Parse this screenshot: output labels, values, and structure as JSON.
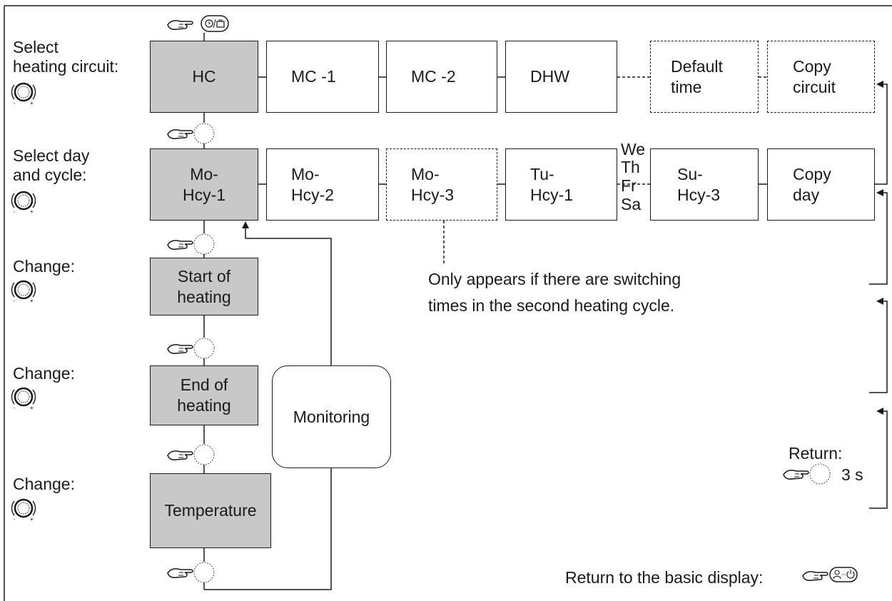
{
  "row_labels": {
    "select_circuit_1": "Select",
    "select_circuit_2": "heating circuit:",
    "select_day_1": "Select day",
    "select_day_2": "and cycle:",
    "change_1": "Change:",
    "change_2": "Change:",
    "change_3": "Change:"
  },
  "circuits": {
    "hc": "HC",
    "mc1": "MC -1",
    "mc2": "MC -2",
    "dhw": "DHW",
    "default_time_1": "Default",
    "default_time_2": "time",
    "copy_circuit_1": "Copy",
    "copy_circuit_2": "circuit"
  },
  "days": {
    "mo1_a": "Mo-",
    "mo1_b": "Hcy-1",
    "mo2_a": "Mo-",
    "mo2_b": "Hcy-2",
    "mo3_a": "Mo-",
    "mo3_b": "Hcy-3",
    "tu1_a": "Tu-",
    "tu1_b": "Hcy-1",
    "we": "We",
    "th": "Th",
    "fr": "Fr",
    "sa": "Sa",
    "su3_a": "Su-",
    "su3_b": "Hcy-3",
    "copy_day_1": "Copy",
    "copy_day_2": "day"
  },
  "steps": {
    "start_1": "Start of",
    "start_2": "heating",
    "end_1": "End of",
    "end_2": "heating",
    "temperature": "Temperature"
  },
  "monitoring": "Monitoring",
  "note_1": "Only appears if there are switching",
  "note_2": "times in the second heating cycle.",
  "return_label": "Return:",
  "return_time": "3 s",
  "return_basic": "Return to the basic display:",
  "icons": [
    "hand-press-icon",
    "knob-icon",
    "dial-turn-icon",
    "clock-suitcase-key-icon",
    "person-power-key-icon"
  ]
}
